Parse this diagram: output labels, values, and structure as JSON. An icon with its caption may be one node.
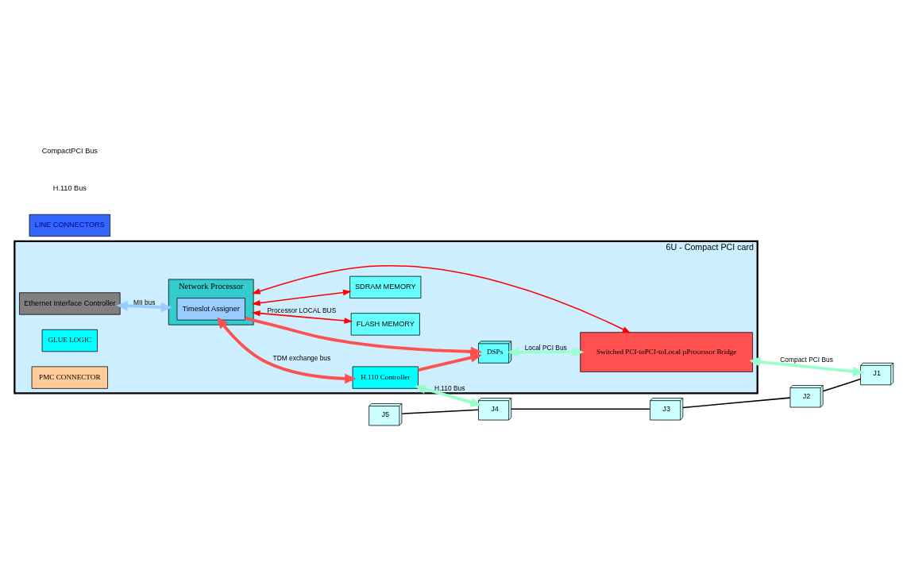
{
  "diagram": {
    "nodes": [
      {
        "text": [
          "6U - Compact PCI card"
        ]
      },
      {
        "text": [
          "LINE CONNECTORS"
        ]
      },
      {
        "text": [
          "Ethernet Interface Controller"
        ],
        "in": 0
      },
      {
        "text": [
          "Network Processor"
        ],
        "in": 0
      },
      {
        "text": [
          "Timeslot Assigner"
        ],
        "in": 3
      },
      {
        "text": [
          "H.110 Controller"
        ],
        "in": 0
      },
      {
        "text": [
          "DSPs"
        ],
        "in": 0
      },
      {
        "text": [
          "GLUE LOGIC"
        ],
        "in": 0
      },
      {
        "text": [
          "PMC CONNECTOR"
        ],
        "in": 0
      },
      {
        "text": [
          "FLASH MEMORY"
        ],
        "in": 0
      },
      {
        "text": [
          "SDRAM MEMORY"
        ],
        "in": 0
      },
      {
        "text": [
          "Switched PCI-toPCI-toLocal µProcessor Bridge"
        ],
        "in": 0
      },
      {
        "text": [
          "J5"
        ]
      },
      {
        "text": [
          "J4"
        ]
      },
      {
        "text": [
          "J3"
        ]
      },
      {
        "text": [
          "J2"
        ]
      },
      {
        "text": [
          "J1"
        ]
      }
    ],
    "edges": [
      {
        "from": 2,
        "to": 3,
        "arrow": "both",
        "label": "MII bus",
        "style": "thick",
        "color": "#99ccff"
      },
      {
        "from": 4,
        "to": 5,
        "arrow": "both",
        "label": "TDM exchange bus",
        "style": "thick",
        "color": "#ff5050"
      },
      {
        "from": 4,
        "to": 6,
        "arrow": "to",
        "style": "thick",
        "color": "#ff5050"
      },
      {
        "from": 5,
        "to": 6,
        "arrow": "to",
        "style": "thick",
        "color": "#ff5050"
      },
      {
        "from": 5,
        "to": 13,
        "arrow": "both",
        "label": "H.110 Bus",
        "style": "thick",
        "color": "#99ffcc"
      },
      {
        "from": 6,
        "to": 11,
        "arrow": "both",
        "label": "Local PCI Bus",
        "style": "thick",
        "color": "#99ffcc"
      },
      {
        "from": 11,
        "to": 16,
        "arrow": "both",
        "label": "Compact PCI Bus",
        "style": "thick",
        "color": "#99ffcc"
      },
      {
        "from": 3,
        "to": 9,
        "arrow": "both",
        "label": "Processor LOCAL BUS",
        "color": "#ff0000"
      },
      {
        "from": 3,
        "to": 10,
        "arrow": "both",
        "color": "#ff0000"
      },
      {
        "from": 3,
        "to": 11,
        "arrow": "both",
        "color": "#ff0000"
      },
      {
        "from": 12,
        "to": 13,
        "arrow": "none"
      },
      {
        "from": 13,
        "to": 14,
        "arrow": "none"
      },
      {
        "from": 14,
        "to": 15,
        "arrow": "none"
      },
      {
        "from": 15,
        "to": 16,
        "arrow": "none"
      }
    ],
    "labels": [
      "H.110 Bus",
      "CompactPCI Bus"
    ]
  }
}
